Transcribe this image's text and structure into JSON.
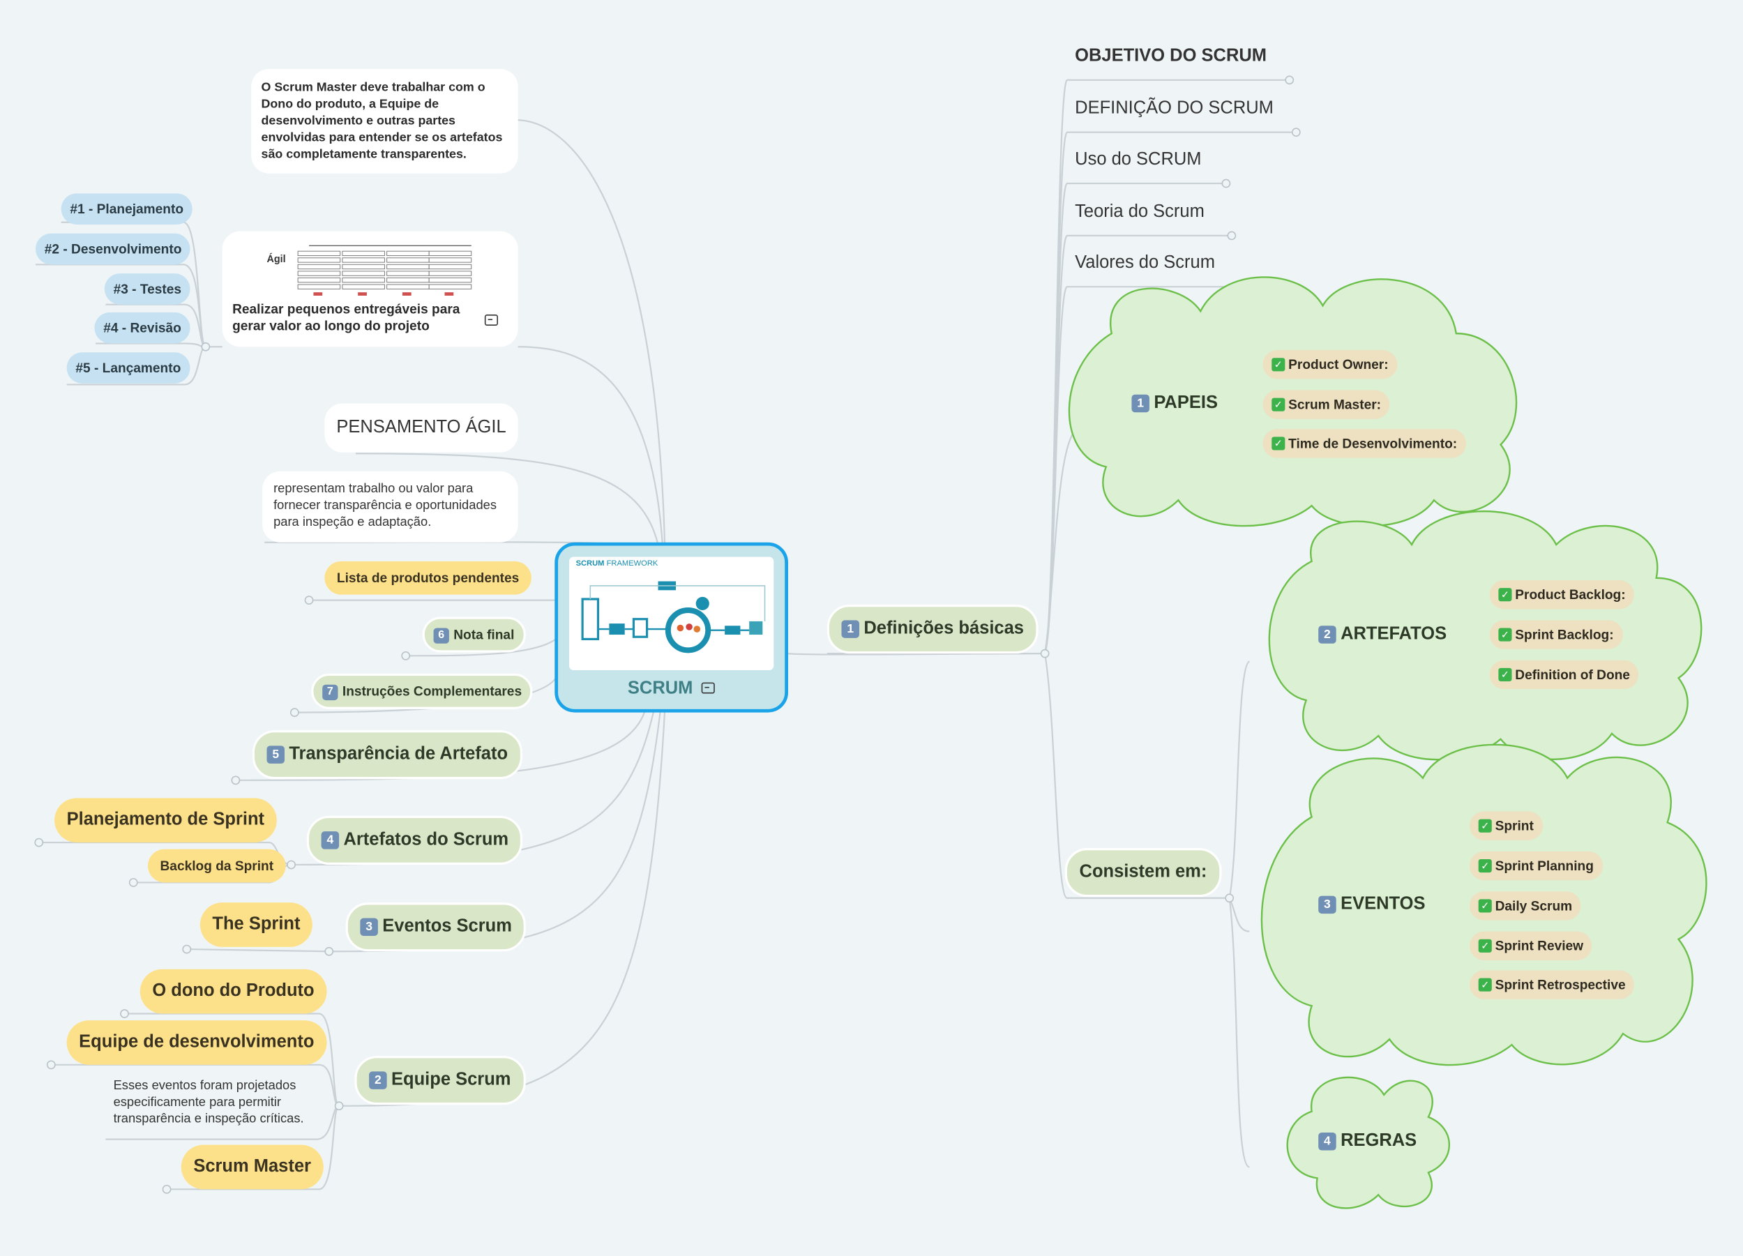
{
  "central": {
    "title": "SCRUM",
    "framework_brand": "SCRUM",
    "framework_word": "FRAMEWORK",
    "icon": "image-icon"
  },
  "left": {
    "scrum_master_note": "O Scrum Master deve trabalhar com o Dono do produto, a Equipe de desenvolvimento e outras partes envolvidas para entender se os artefatos são completamente transparentes.",
    "agil_card": {
      "image_label": "Ágil",
      "caption": "Realizar pequenos entregáveis para gerar valor ao longo do projeto"
    },
    "phases": [
      "#1 - Planejamento",
      "#2 - Desenvolvimento",
      "#3 - Testes",
      "#4 - Revisão",
      "#5 - Lançamento"
    ],
    "pensamento": "PENSAMENTO ÁGIL",
    "representam_note": "representam trabalho ou valor para fornecer transparência e oportunidades para inspeção e adaptação.",
    "lista": "Lista de produtos pendentes",
    "nota_final": {
      "num": "6",
      "label": "Nota final"
    },
    "instrucoes": {
      "num": "7",
      "label": "Instruções Complementares"
    },
    "transparencia": {
      "num": "5",
      "label": "Transparência de Artefato"
    },
    "artefatos_scrum": {
      "num": "4",
      "label": "Artefatos do Scrum",
      "children": [
        "Planejamento de Sprint",
        "Backlog da Sprint"
      ]
    },
    "eventos_scrum": {
      "num": "3",
      "label": "Eventos Scrum",
      "children": [
        "The Sprint"
      ]
    },
    "equipe_scrum": {
      "num": "2",
      "label": "Equipe Scrum",
      "children": [
        "O dono do Produto",
        "Equipe de desenvolvimento",
        "Scrum Master"
      ],
      "note": "Esses eventos foram projetados especificamente para permitir transparência e inspeção críticas."
    }
  },
  "right": {
    "definicoes": {
      "num": "1",
      "label": "Definições básicas"
    },
    "headings": [
      "OBJETIVO DO SCRUM",
      "DEFINIÇÃO DO SCRUM",
      "Uso do SCRUM",
      "Teoria do Scrum",
      "Valores do Scrum"
    ],
    "papeis": {
      "num": "1",
      "label": "PAPEIS",
      "items": [
        "Product Owner:",
        "Scrum Master:",
        "Time de Desenvolvimento:"
      ]
    },
    "consistem": "Consistem em:",
    "artefatos": {
      "num": "2",
      "label": "ARTEFATOS",
      "items": [
        "Product Backlog:",
        "Sprint Backlog:",
        "Definition of Done"
      ]
    },
    "eventos": {
      "num": "3",
      "label": "EVENTOS",
      "items": [
        "Sprint",
        "Sprint Planning",
        "Daily Scrum",
        "Sprint Review",
        "Sprint Retrospective"
      ]
    },
    "regras": {
      "num": "4",
      "label": "REGRAS"
    }
  },
  "colors": {
    "background": "#eff4f7",
    "central_border": "#1aa3e8",
    "central_fill": "#c5e5ea",
    "cloud_fill": "#dcf0d3",
    "cloud_stroke": "#6cc04a",
    "line": "#c9d1d6"
  },
  "icons": [
    "image-icon",
    "check-icon",
    "keycap-number-icon",
    "collapse-dot-icon"
  ]
}
